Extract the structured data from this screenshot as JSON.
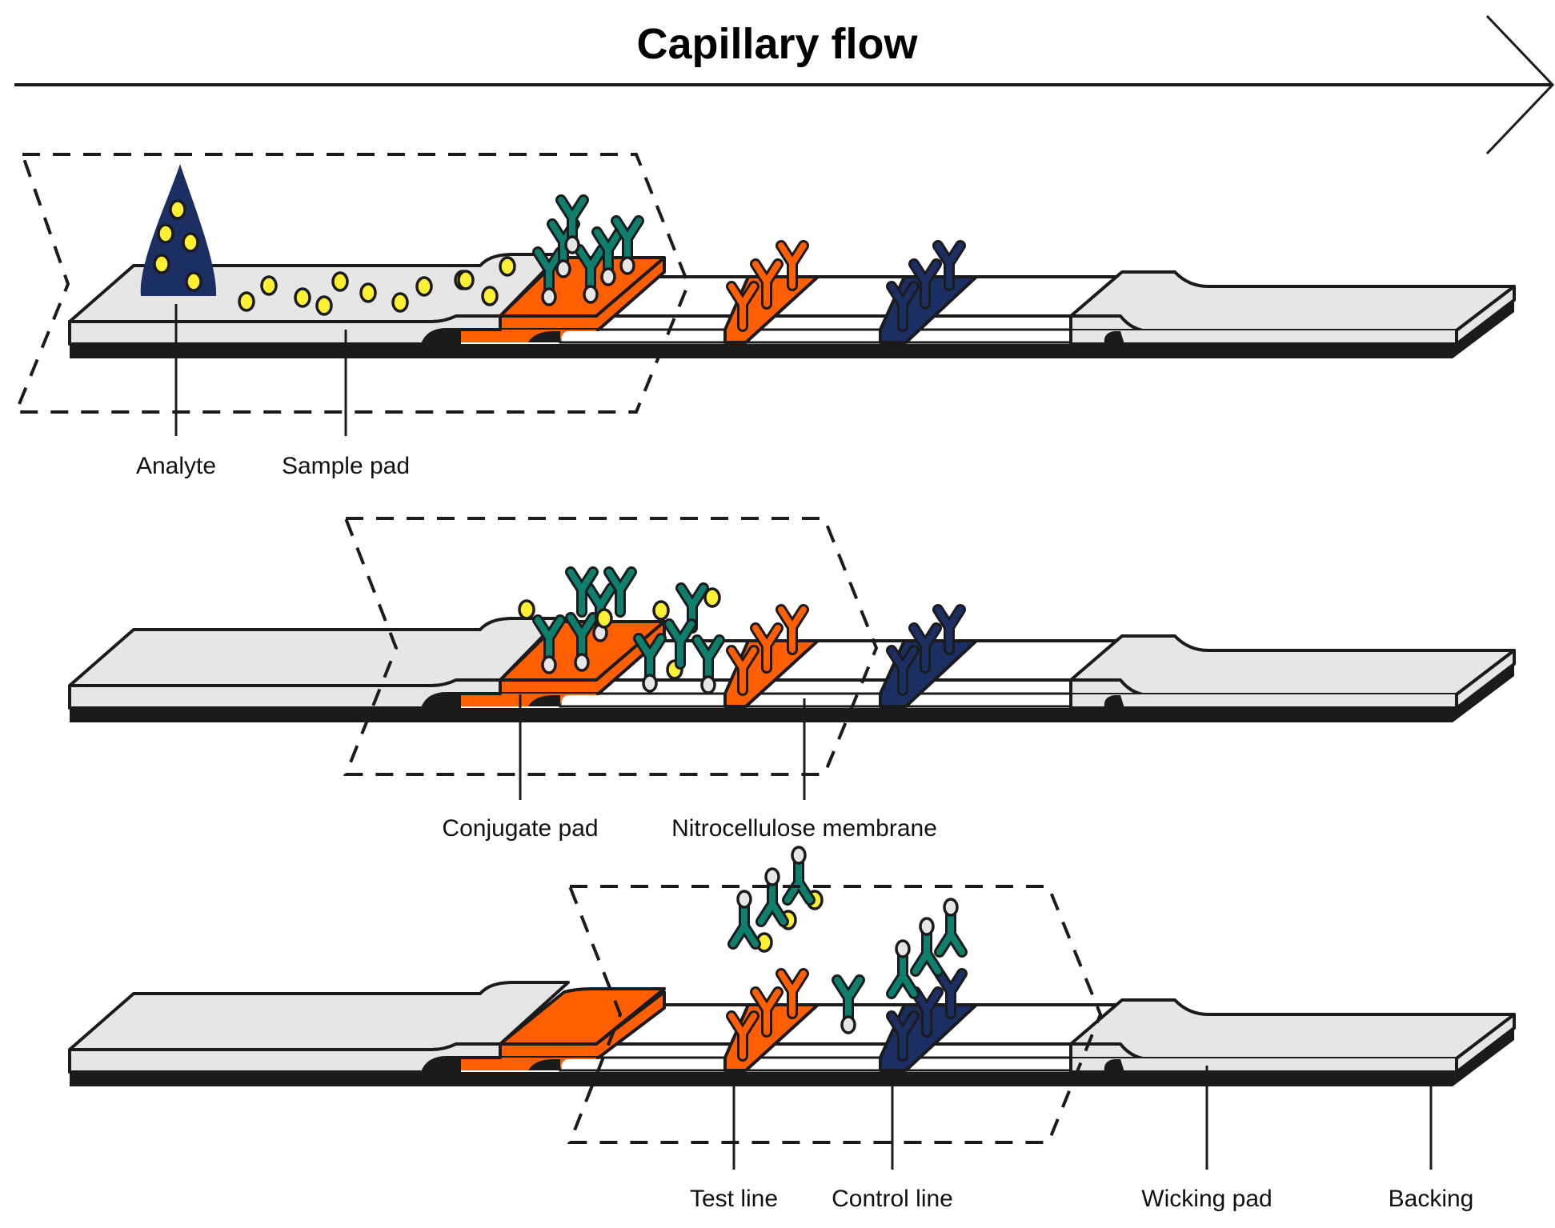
{
  "title": "Capillary flow",
  "colors": {
    "outline": "#1b1b1d",
    "pad_gray": "#e6e6e6",
    "conjugate_orange": "#ff5f00",
    "control_navy": "#1b2f63",
    "antibody_green": "#0e7f6c",
    "analyte_yellow": "#fff033",
    "label_gray": "#e6e6e6",
    "membrane_white": "#ffffff",
    "backing_black": "#1b1b1d"
  },
  "panels": [
    {
      "id": "stage-1",
      "labels": [
        "Analyte",
        "Sample pad"
      ]
    },
    {
      "id": "stage-2",
      "labels": [
        "Conjugate pad",
        "Nitrocellulose membrane"
      ]
    },
    {
      "id": "stage-3",
      "labels": [
        "Test line",
        "Control line",
        "Wicking pad",
        "Backing"
      ]
    }
  ]
}
